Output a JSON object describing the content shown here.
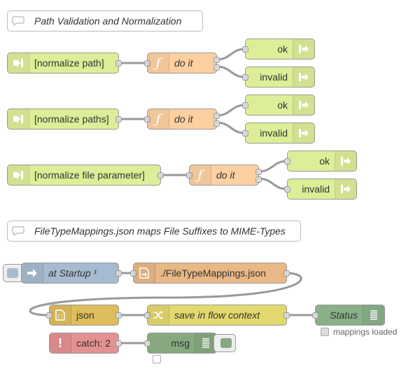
{
  "comments": {
    "path_validation": "Path Validation and Normalization",
    "filetype": "FileTypeMappings.json maps File Suffixes to MIME-Types"
  },
  "flow1": {
    "link_in": "[normalize path]",
    "function": "do it",
    "out_ok": "ok",
    "out_invalid": "invalid"
  },
  "flow2": {
    "link_in": "[normalize paths]",
    "function": "do it",
    "out_ok": "ok",
    "out_invalid": "invalid"
  },
  "flow3": {
    "link_in": "[normalize file parameter]",
    "function": "do it",
    "out_ok": "ok",
    "out_invalid": "invalid"
  },
  "startup": {
    "inject": "at Startup ¹",
    "file": "./FileTypeMappings.json",
    "json": "json",
    "change": "save in flow context",
    "ui": "Status",
    "ui_status": "mappings loaded"
  },
  "errors": {
    "catch": "catch: 2",
    "debug": "msg"
  },
  "colors": {
    "link": "#ddee98",
    "function": "#fdd0a2",
    "inject": "#a6bbcf",
    "file": "#e8b885",
    "json": "#debd5c",
    "change": "#e2d96e",
    "ui": "#8ab08a",
    "catch": "#e49191",
    "debug": "#87a980"
  },
  "icons": [
    "comment-icon",
    "link-in-icon",
    "function-icon",
    "link-out-icon",
    "inject-icon",
    "file-icon",
    "json-icon",
    "change-icon",
    "list-icon",
    "alert-icon"
  ]
}
